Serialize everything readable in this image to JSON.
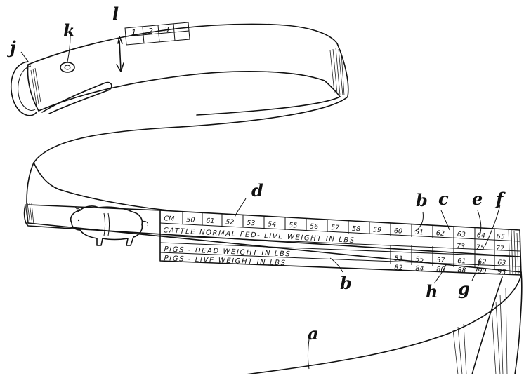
{
  "labels": {
    "a": "a",
    "b_upper": "b",
    "b_lower": "b",
    "c": "c",
    "d": "d",
    "e": "e",
    "f": "f",
    "g": "g",
    "h": "h",
    "j": "j",
    "k": "k",
    "l": "l"
  },
  "top_scale": [
    "1",
    "2",
    "3"
  ],
  "rows": {
    "cm": {
      "label": "CM",
      "values": [
        "50",
        "61",
        "52",
        "53",
        "54",
        "55",
        "56",
        "57",
        "58",
        "59",
        "60",
        "51",
        "62",
        "63",
        "64",
        "65"
      ]
    },
    "cattle": {
      "label": "CATTLE NORMAL FED- LIVE WEIGHT IN LBS",
      "values": [
        "73",
        "75",
        "77"
      ]
    },
    "pigs_dead": {
      "label": "PIGS - DEAD WEIGHT IN LBS",
      "values": [
        "53",
        "55",
        "57",
        "61",
        "62",
        "63"
      ]
    },
    "pigs_live": {
      "label": "PIGS - LIVE WEIGHT IN LBS",
      "values": [
        "82",
        "84",
        "86",
        "88",
        "90",
        "93"
      ]
    }
  }
}
